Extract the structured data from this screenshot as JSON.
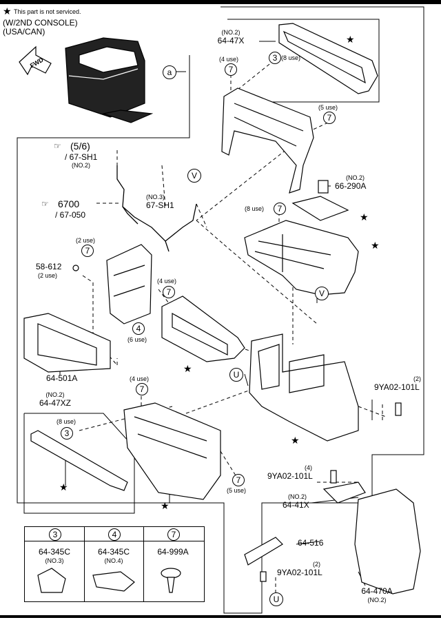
{
  "header": {
    "star_symbol": "★",
    "note": "This part is not serviced.",
    "config_line1": "(W/2ND CONSOLE)",
    "config_line2": "(USA/CAN)",
    "fwd": "FWD"
  },
  "callouts": {
    "a": "a",
    "v": "V",
    "u": "U",
    "c3": "3",
    "c4": "4",
    "c7": "7"
  },
  "parts": {
    "p_64_47x": {
      "pre": "(NO.2)",
      "num": "64-47X"
    },
    "use_8": "(8 use)",
    "use_4": "(4 use)",
    "use_5": "(5 use)",
    "use_2": "(2 use)",
    "use_6": "(6 use)",
    "ref_56": {
      "num": "(5/6)",
      "sub": "/ 67-SH1",
      "post": "(NO.2)"
    },
    "ref_6700": {
      "num": "6700",
      "sub": "/ 67-050"
    },
    "p_67_sh1": {
      "pre": "(NO.3)",
      "num": "67-SH1"
    },
    "p_66_290a": {
      "pre": "(NO.2)",
      "num": "66-290A"
    },
    "p_58_612": {
      "num": "58-612"
    },
    "p_64_501a": {
      "num": "64-501A"
    },
    "p_9ya02_2": {
      "qty": "(2)",
      "num": "9YA02-101L"
    },
    "p_64_47xz": {
      "pre": "(NO.2)",
      "num": "64-47XZ"
    },
    "p_9ya02_4": {
      "qty": "(4)",
      "num": "9YA02-101L"
    },
    "p_64_41x": {
      "pre": "(NO.2)",
      "num": "64-41X"
    },
    "p_64_516": {
      "num": "64-516"
    },
    "p_9ya02_2b": {
      "qty": "(2)",
      "num": "9YA02-101L"
    },
    "p_64_470a": {
      "num": "64-470A",
      "post": "(NO.2)"
    }
  },
  "legend": {
    "cols": [
      {
        "key": "3",
        "num": "64-345C",
        "sub": "(NO.3)"
      },
      {
        "key": "4",
        "num": "64-345C",
        "sub": "(NO.4)"
      },
      {
        "key": "7",
        "num": "64-999A",
        "sub": ""
      }
    ]
  }
}
